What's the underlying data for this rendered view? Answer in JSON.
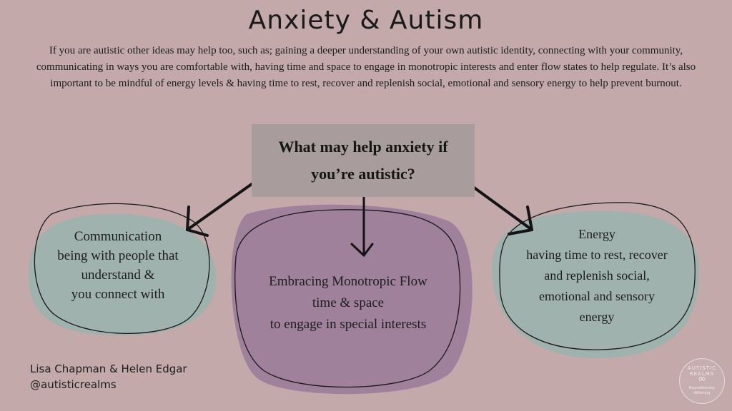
{
  "title": "Anxiety & Autism",
  "intro": "If you are autistic other ideas may help too, such as; gaining a deeper understanding of your own autistic identity, connecting with your community, communicating in ways you are comfortable with, having time and space to engage in monotropic interests and enter flow states to help regulate. It’s also important to be mindful of energy levels & having time to rest, recover and replenish social, emotional and sensory energy to help prevent burnout.",
  "center": {
    "question": "What may help anxiety if you’re autistic?"
  },
  "nodes": {
    "left": {
      "lines": [
        "Communication",
        "being with people that",
        "understand &",
        "you connect with"
      ]
    },
    "middle": {
      "lines": [
        "Embracing Monotropic Flow",
        "time & space",
        "to engage in special interests"
      ]
    },
    "right": {
      "lines": [
        "Energy",
        "having time to rest, recover",
        "and replenish social,",
        "emotional and sensory",
        "energy"
      ]
    }
  },
  "credit": {
    "authors": "Lisa Chapman & Helen Edgar",
    "handle": "@autisticrealms"
  },
  "logo": {
    "name": "AUTISTIC REALMS",
    "symbol": "∞",
    "tagline1": "Neurodiversity",
    "tagline2": "Affirming"
  },
  "colors": {
    "background": "#c3a9aa",
    "center_box": "#a89c9c",
    "sage_blob": "#9fb2ad",
    "purple_blob": "#a0819c",
    "ink": "#1c1c1c"
  },
  "icons": [
    "arrow-left-icon",
    "arrow-down-icon",
    "arrow-right-icon",
    "infinity-icon"
  ]
}
